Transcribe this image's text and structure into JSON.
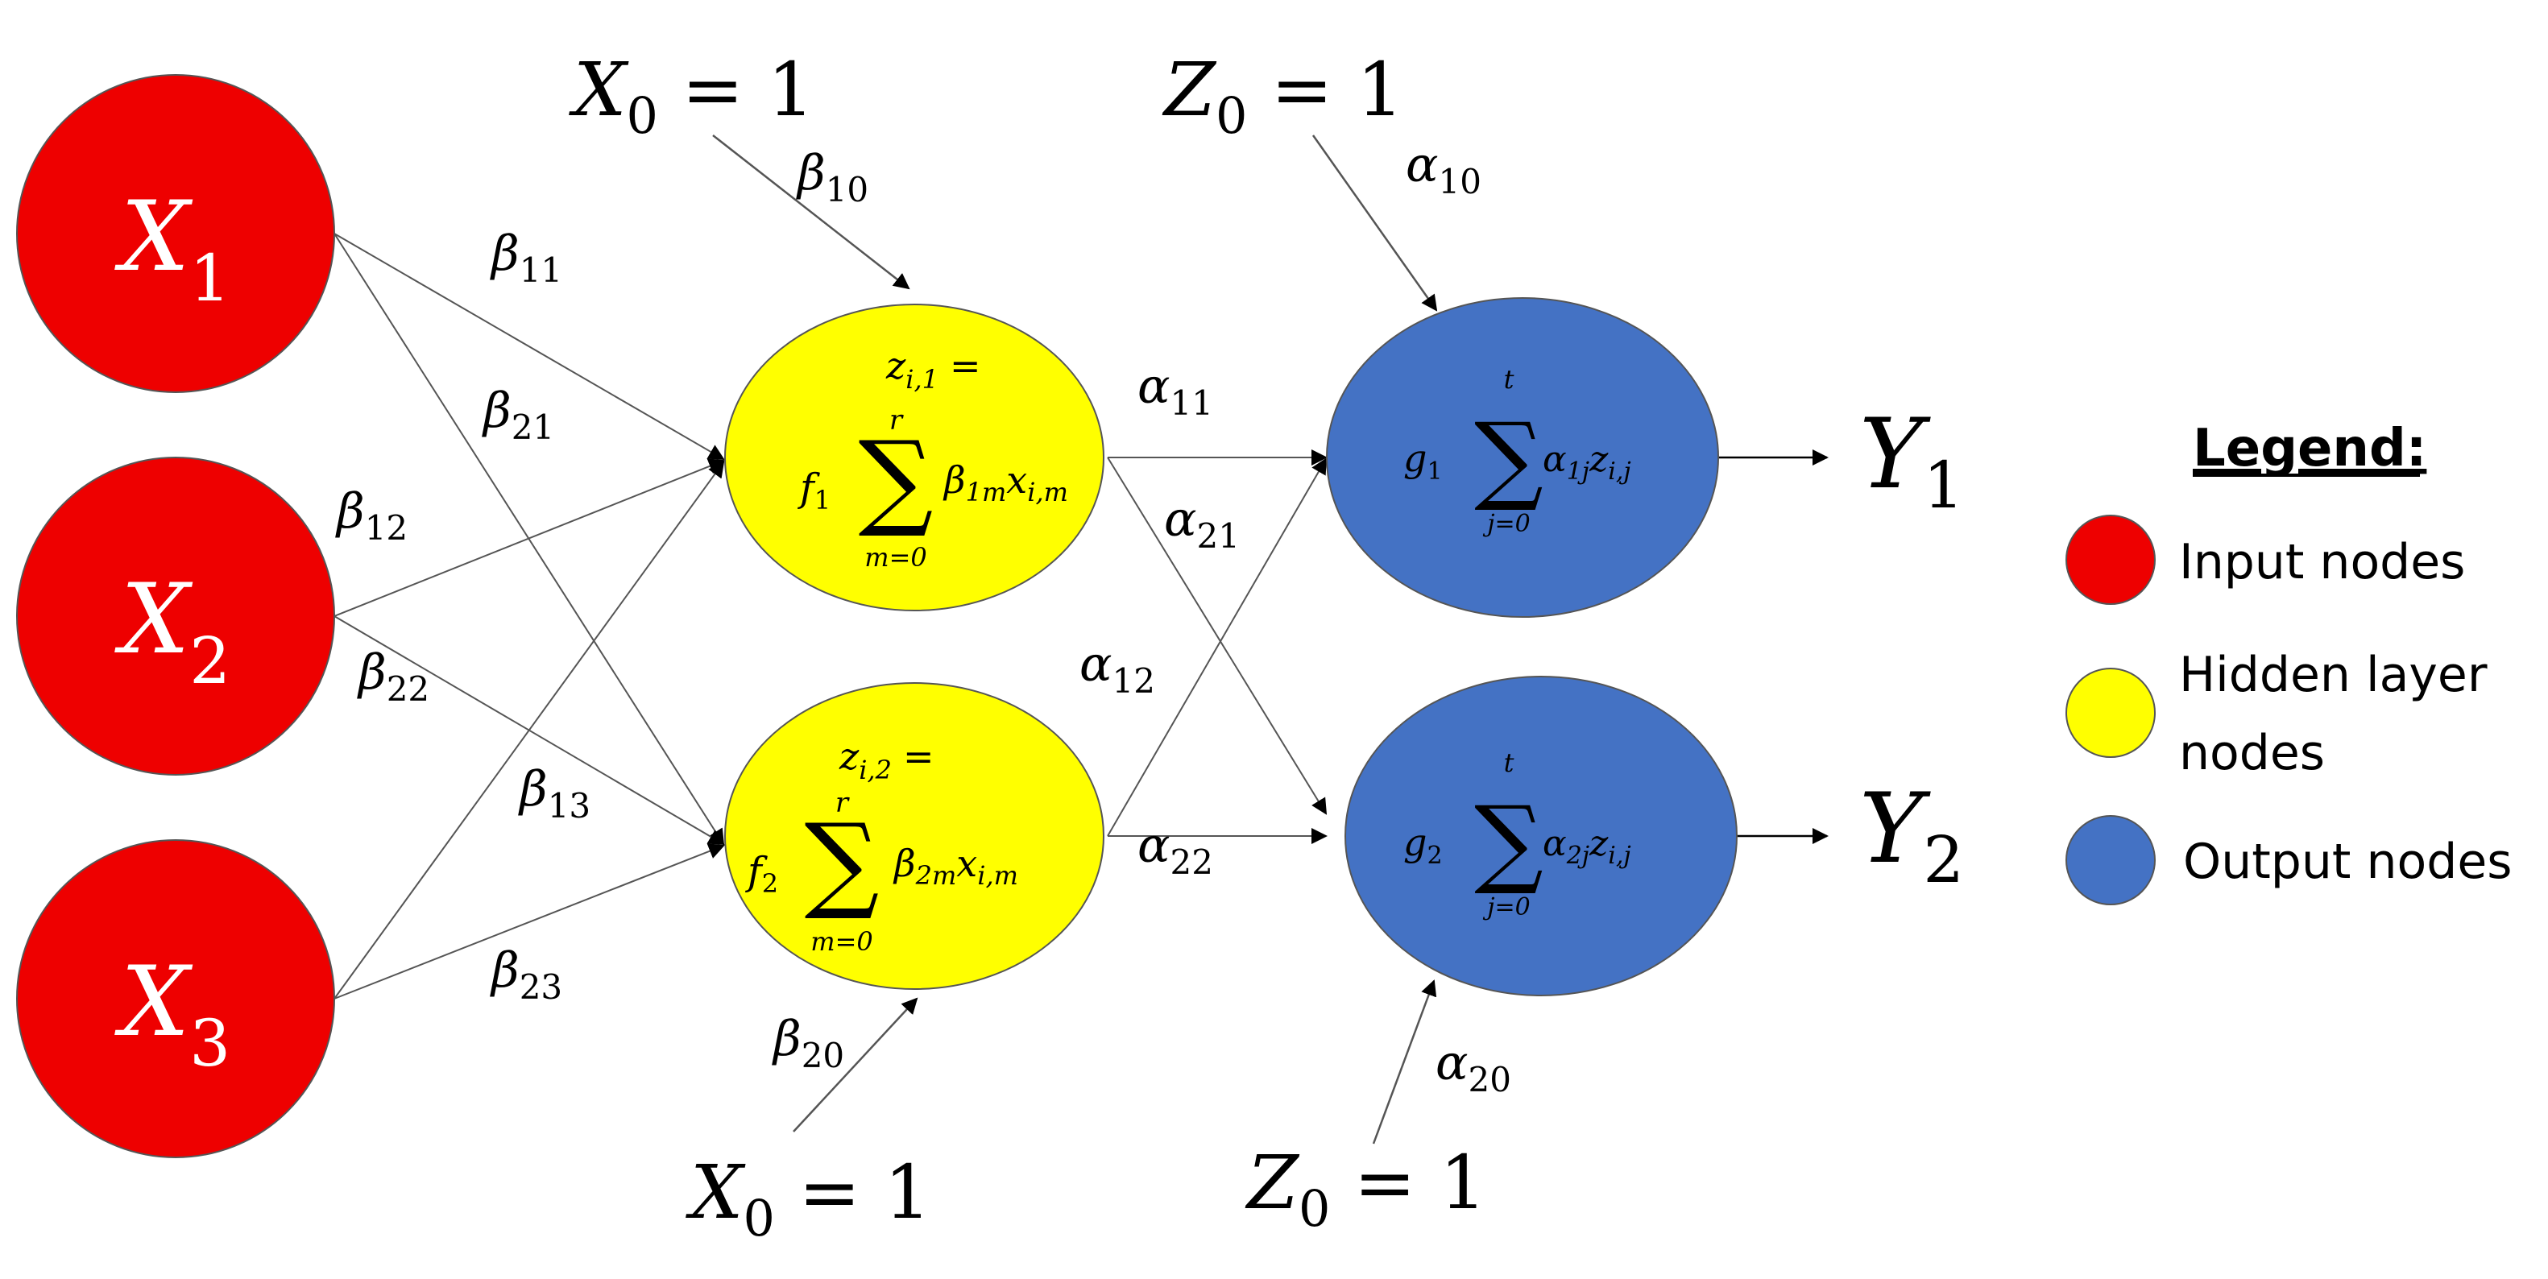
{
  "input_nodes": [
    {
      "symbol": "X",
      "sub": "1"
    },
    {
      "symbol": "X",
      "sub": "2"
    },
    {
      "symbol": "X",
      "sub": "3"
    }
  ],
  "hidden_nodes": [
    {
      "lhs_var": "z",
      "lhs_sub": "i,1",
      "equals": "=",
      "func": "f",
      "func_sub": "1",
      "sum_top": "r",
      "sum_bottom": "m=0",
      "coef": "β",
      "coef_sub": "1m",
      "term": "x",
      "term_sub": "i,m"
    },
    {
      "lhs_var": "z",
      "lhs_sub": "i,2",
      "equals": "=",
      "func": "f",
      "func_sub": "2",
      "sum_top": "r",
      "sum_bottom": "m=0",
      "coef": "β",
      "coef_sub": "2m",
      "term": "x",
      "term_sub": "i,m"
    }
  ],
  "output_nodes": [
    {
      "func": "g",
      "func_sub": "1",
      "sum_top": "t",
      "sum_bottom": "j=0",
      "coef": "α",
      "coef_sub": "1j",
      "term": "z",
      "term_sub": "i,j"
    },
    {
      "func": "g",
      "func_sub": "2",
      "sum_top": "t",
      "sum_bottom": "j=0",
      "coef": "α",
      "coef_sub": "2j",
      "term": "z",
      "term_sub": "i,j"
    }
  ],
  "outputs": [
    {
      "symbol": "Y",
      "sub": "1"
    },
    {
      "symbol": "Y",
      "sub": "2"
    }
  ],
  "bias_labels": {
    "x0_top": {
      "var": "X",
      "sub": "0",
      "rest": " = 1"
    },
    "x0_bottom": {
      "var": "X",
      "sub": "0",
      "rest": " = 1"
    },
    "z0_top": {
      "var": "Z",
      "sub": "0",
      "rest": " = 1"
    },
    "z0_bottom": {
      "var": "Z",
      "sub": "0",
      "rest": " = 1"
    }
  },
  "weight_labels": {
    "beta10": {
      "sym": "β",
      "sub": "10"
    },
    "beta11": {
      "sym": "β",
      "sub": "11"
    },
    "beta21": {
      "sym": "β",
      "sub": "21"
    },
    "beta12": {
      "sym": "β",
      "sub": "12"
    },
    "beta22": {
      "sym": "β",
      "sub": "22"
    },
    "beta13": {
      "sym": "β",
      "sub": "13"
    },
    "beta23": {
      "sym": "β",
      "sub": "23"
    },
    "beta20": {
      "sym": "β",
      "sub": "20"
    },
    "alpha10": {
      "sym": "α",
      "sub": "10"
    },
    "alpha11": {
      "sym": "α",
      "sub": "11"
    },
    "alpha21": {
      "sym": "α",
      "sub": "21"
    },
    "alpha12": {
      "sym": "α",
      "sub": "12"
    },
    "alpha22": {
      "sym": "α",
      "sub": "22"
    },
    "alpha20": {
      "sym": "α",
      "sub": "20"
    }
  },
  "legend": {
    "title": "Legend:",
    "items": [
      {
        "label": "Input nodes",
        "color": "#ee0000"
      },
      {
        "label_line1": "Hidden layer",
        "label_line2": "nodes",
        "color": "#ffff00"
      },
      {
        "label": "Output nodes",
        "color": "#4472c4"
      }
    ]
  },
  "colors": {
    "input": "#ee0000",
    "hidden": "#ffff00",
    "output": "#4472c4",
    "edge": "#555555"
  }
}
